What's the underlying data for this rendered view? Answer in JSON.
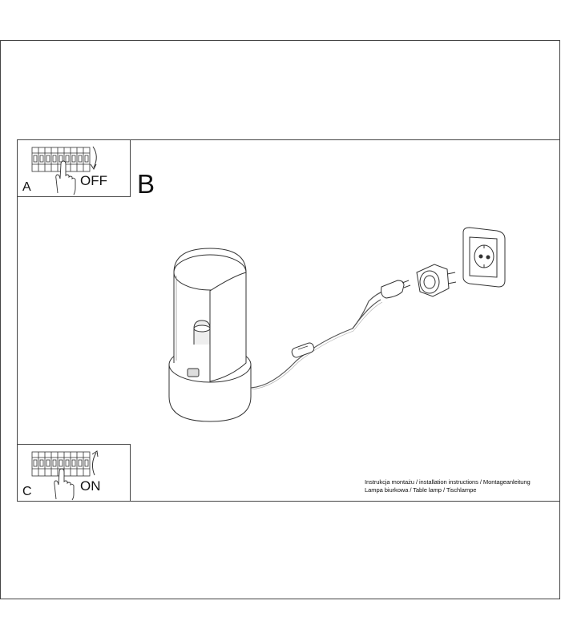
{
  "steps": {
    "a": {
      "letter": "A",
      "state": "OFF"
    },
    "b": {
      "letter": "B"
    },
    "c": {
      "letter": "C",
      "state": "ON"
    }
  },
  "caption": {
    "line1": "Instrukcja montażu / installation instructions / Montageanleitung",
    "line2": "Lampa biurkowa / Table lamp / Tischlampe"
  },
  "icons": {
    "breaker_panel": "circuit-breaker-icon",
    "hand": "hand-icon",
    "arrow_down": "curved-arrow-down-icon",
    "arrow_up": "curved-arrow-up-icon",
    "lamp": "table-lamp-icon",
    "switch": "cord-switch-icon",
    "plug": "plug-icon",
    "adapter": "plug-adapter-icon",
    "socket": "wall-socket-icon"
  }
}
